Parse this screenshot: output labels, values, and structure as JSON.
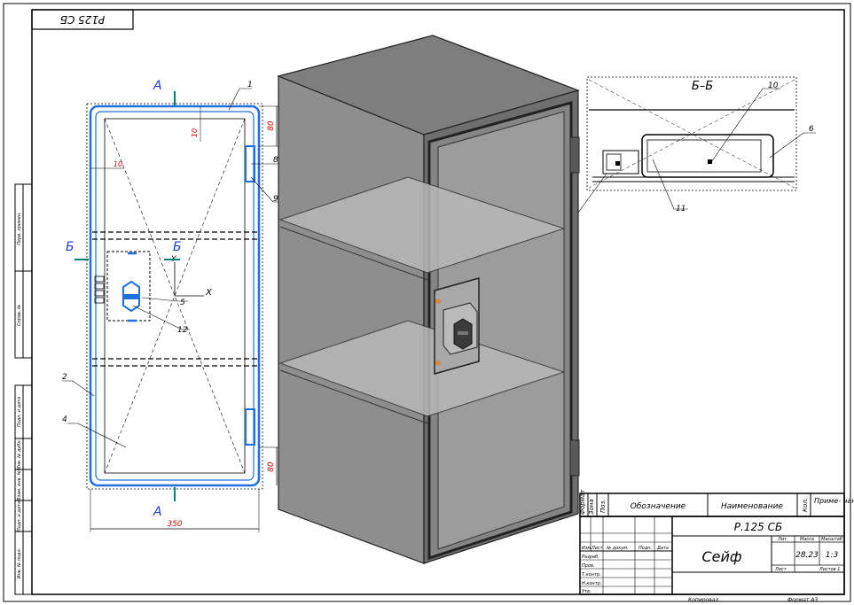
{
  "sheet": {
    "corner_code": "Р125 СБ",
    "designation": "Р.125 СБ",
    "title": "Сейф",
    "date": "28.23",
    "scale": "1:3",
    "sheet_label": "Лист",
    "sheets_label": "Листов 1",
    "letter_label": "Лит.",
    "mass_label": "Масса",
    "scale_label": "Масштаб",
    "copied": "Копировал",
    "format": "Формат А3"
  },
  "spec_header": {
    "format_col": "Формат",
    "zone_col": "Зона",
    "pos_col": "Поз.",
    "designation_col": "Обозначение",
    "name_col": "Наименование",
    "qty_col": "Кол.",
    "note_col": "Приме-\nчание"
  },
  "stamp_rows": {
    "change": "Изм.",
    "sheet": "Лист",
    "doc_no": "№ докум.",
    "sign": "Подп.",
    "date": "Дата",
    "developed": "Разраб.",
    "checked": "Пров.",
    "tcontrol": "Т.контр.",
    "ncontrol": "Н.контр.",
    "approved": "Утв."
  },
  "side_labels": {
    "perv_prim": "Перв. примен.",
    "sprav": "Справ. №",
    "podp_data1": "Подп. и дата",
    "inv_dubl": "Инв. № дубл.",
    "vzam_inv": "Взам. инв. №",
    "podp_data2": "Подп. и дата",
    "inv_podl": "Инв. № подл."
  },
  "view_labels": {
    "section_a_top": "А",
    "section_a_bottom": "А",
    "section_b_left": "Б",
    "section_b_right": "Б",
    "section_bb": "Б–Б",
    "axis_x": "X",
    "axis_y": "Y"
  },
  "dimensions": {
    "width": "350",
    "top_80": "80",
    "bottom_80": "80",
    "dim_10a": "10",
    "dim_10b": "10"
  },
  "callouts": [
    "1",
    "2",
    "4",
    "5",
    "8",
    "9",
    "12",
    "10",
    "6",
    "11"
  ],
  "colors": {
    "line": "#000000",
    "blue": "#1f6fe0",
    "red": "#d40000",
    "teal": "#0a7f6f",
    "body_grey": "#8a8a8a"
  }
}
